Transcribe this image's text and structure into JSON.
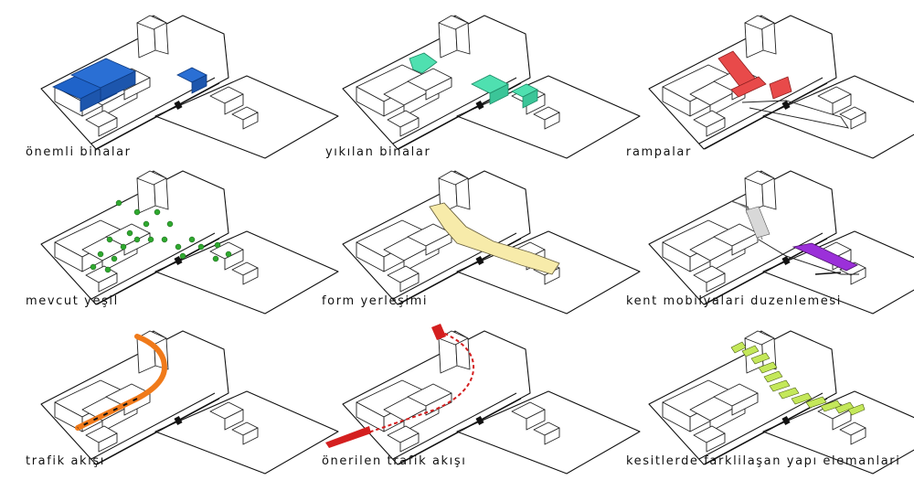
{
  "captions": {
    "onemli": "önemli binalar",
    "yikilan": "yıkılan binalar",
    "rampalar": "rampalar",
    "mevcut": "mevcut yeşil",
    "form": "form yerleşimi",
    "kent": "kent mobilyalari duzenlemesi",
    "trafik": "trafik akışı",
    "onerilen": "önerilen trafik akışı",
    "kesit": "kesitlerde farklilaşan yapı elemanlari"
  },
  "colors": {
    "important_buildings": "#1f63c9",
    "demolished_buildings": "#4fe0b0",
    "ramps": "#e84a4a",
    "existing_green": "#2fa82f",
    "form_placement": "#f7ebaa",
    "urban_furniture": "#9b30d9",
    "traffic_flow": "#f07a1a",
    "proposed_traffic": "#d41f1f",
    "section_elements": "#c4e85a"
  }
}
